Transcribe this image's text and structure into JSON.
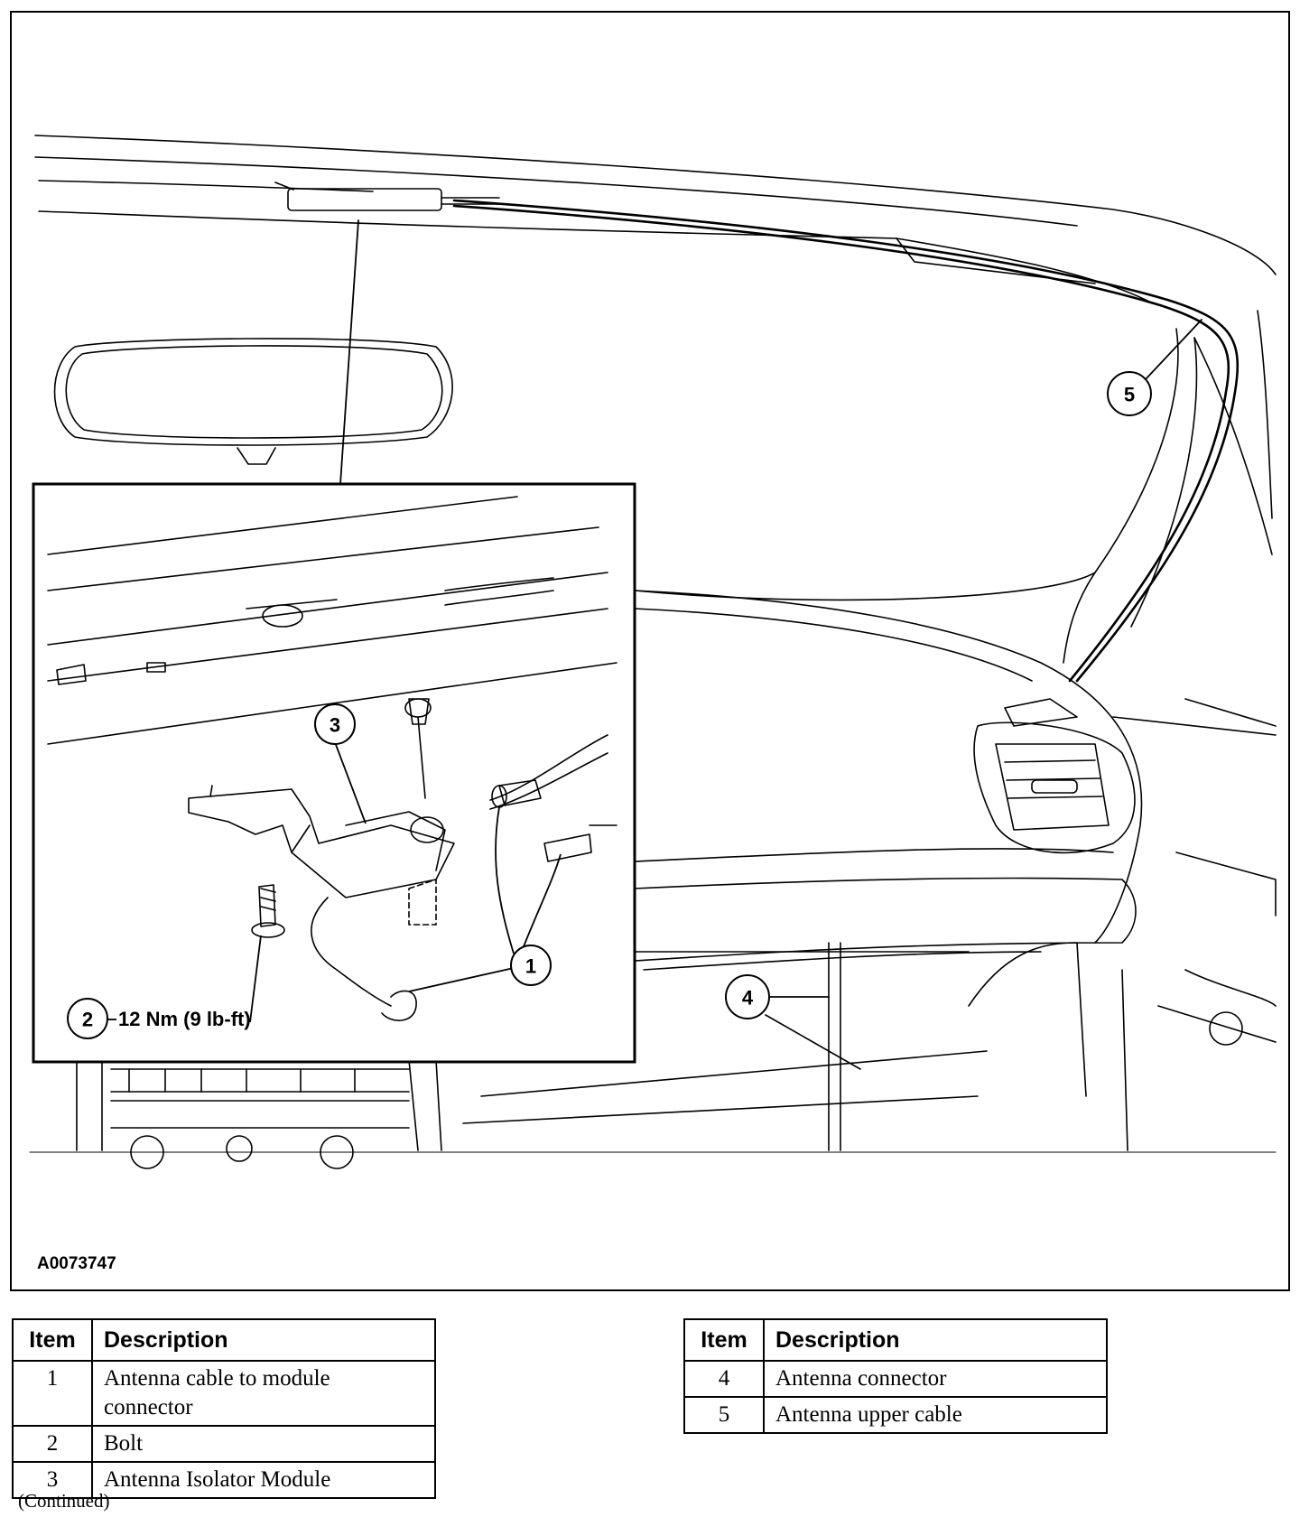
{
  "figure": {
    "id": "A0073747",
    "callouts": [
      "1",
      "2",
      "3",
      "4",
      "5"
    ],
    "torque_label": "12 Nm (9 lb-ft)"
  },
  "legend_left": {
    "headers": {
      "item": "Item",
      "description": "Description"
    },
    "rows": [
      {
        "item": "1",
        "description": "Antenna cable to module connector"
      },
      {
        "item": "2",
        "description": "Bolt"
      },
      {
        "item": "3",
        "description": "Antenna Isolator Module"
      }
    ]
  },
  "legend_right": {
    "headers": {
      "item": "Item",
      "description": "Description"
    },
    "rows": [
      {
        "item": "4",
        "description": "Antenna connector"
      },
      {
        "item": "5",
        "description": "Antenna upper cable"
      }
    ]
  },
  "footer": {
    "continued": "(Continued)"
  }
}
